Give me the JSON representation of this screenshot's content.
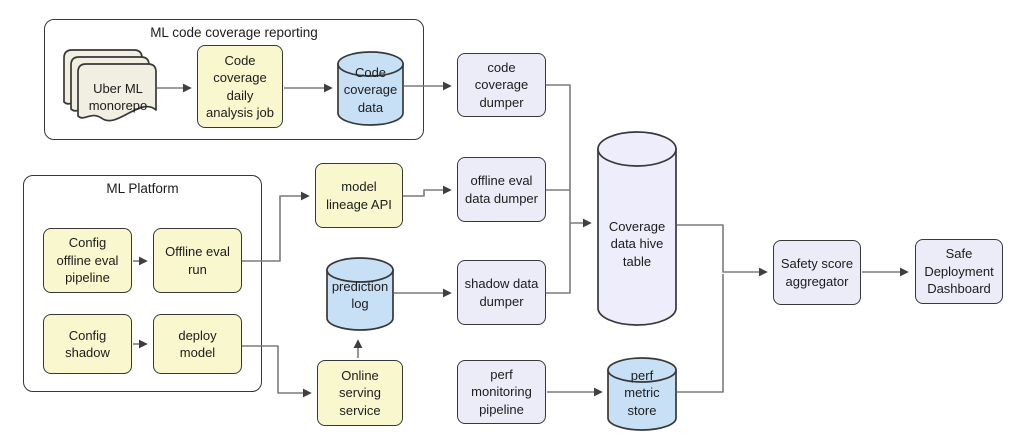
{
  "containers": {
    "ml_code_coverage_reporting": {
      "title": "ML code coverage reporting"
    },
    "ml_platform": {
      "title": "ML Platform"
    }
  },
  "nodes": {
    "uber_ml_monorepo": {
      "label": "Uber ML\nmonorepo",
      "shape": "document"
    },
    "code_coverage_daily_analysis_job": {
      "label": "Code\ncoverage\ndaily\nanalysis job",
      "shape": "process"
    },
    "code_coverage_data": {
      "label": "Code\ncoverage\ndata",
      "shape": "cylinder"
    },
    "code_coverage_dumper": {
      "label": "code\ncoverage\ndumper",
      "shape": "process"
    },
    "config_offline_eval_pipeline": {
      "label": "Config\noffline eval\npipeline",
      "shape": "process"
    },
    "offline_eval_run": {
      "label": "Offline eval\nrun",
      "shape": "process"
    },
    "config_shadow": {
      "label": "Config\nshadow",
      "shape": "process"
    },
    "deploy_model": {
      "label": "deploy\nmodel",
      "shape": "process"
    },
    "model_lineage_api": {
      "label": "model\nlineage API",
      "shape": "process"
    },
    "offline_eval_data_dumper": {
      "label": "offline eval\ndata dumper",
      "shape": "process"
    },
    "prediction_log": {
      "label": "prediction\nlog",
      "shape": "cylinder"
    },
    "shadow_data_dumper": {
      "label": "shadow data\ndumper",
      "shape": "process"
    },
    "online_serving_service": {
      "label": "Online\nserving\nservice",
      "shape": "process"
    },
    "perf_monitoring_pipeline": {
      "label": "perf\nmonitoring\npipeline",
      "shape": "process"
    },
    "perf_metric_store": {
      "label": "perf\nmetric\nstore",
      "shape": "cylinder"
    },
    "coverage_data_hive_table": {
      "label": "Coverage\ndata hive\ntable",
      "shape": "cylinder"
    },
    "safety_score_aggregator": {
      "label": "Safety score\naggregator",
      "shape": "process"
    },
    "safe_deployment_dashboard": {
      "label": "Safe\nDeployment\nDashboard",
      "shape": "process"
    }
  },
  "edges": [
    {
      "from": "uber_ml_monorepo",
      "to": "code_coverage_daily_analysis_job"
    },
    {
      "from": "code_coverage_daily_analysis_job",
      "to": "code_coverage_data"
    },
    {
      "from": "code_coverage_data",
      "to": "code_coverage_dumper"
    },
    {
      "from": "code_coverage_dumper",
      "to": "coverage_data_hive_table"
    },
    {
      "from": "config_offline_eval_pipeline",
      "to": "offline_eval_run"
    },
    {
      "from": "offline_eval_run",
      "to": "model_lineage_api"
    },
    {
      "from": "model_lineage_api",
      "to": "offline_eval_data_dumper"
    },
    {
      "from": "offline_eval_data_dumper",
      "to": "coverage_data_hive_table"
    },
    {
      "from": "config_shadow",
      "to": "deploy_model"
    },
    {
      "from": "deploy_model",
      "to": "online_serving_service"
    },
    {
      "from": "online_serving_service",
      "to": "prediction_log"
    },
    {
      "from": "prediction_log",
      "to": "shadow_data_dumper"
    },
    {
      "from": "shadow_data_dumper",
      "to": "coverage_data_hive_table"
    },
    {
      "from": "perf_monitoring_pipeline",
      "to": "perf_metric_store"
    },
    {
      "from": "perf_metric_store",
      "to": "safety_score_aggregator"
    },
    {
      "from": "coverage_data_hive_table",
      "to": "safety_score_aggregator"
    },
    {
      "from": "safety_score_aggregator",
      "to": "safe_deployment_dashboard"
    }
  ],
  "colors": {
    "process_fill": "#F9F7CD",
    "service_fill": "#ECECF9",
    "datastore_fill": "#C7E0F6",
    "hive_fill": "#EDEDFB",
    "document_fill": "#F1EFE2",
    "border": "#383838",
    "wire": "#7B7B7B",
    "arrowhead": "#3F3F3F",
    "text": "#1C1C1C"
  }
}
